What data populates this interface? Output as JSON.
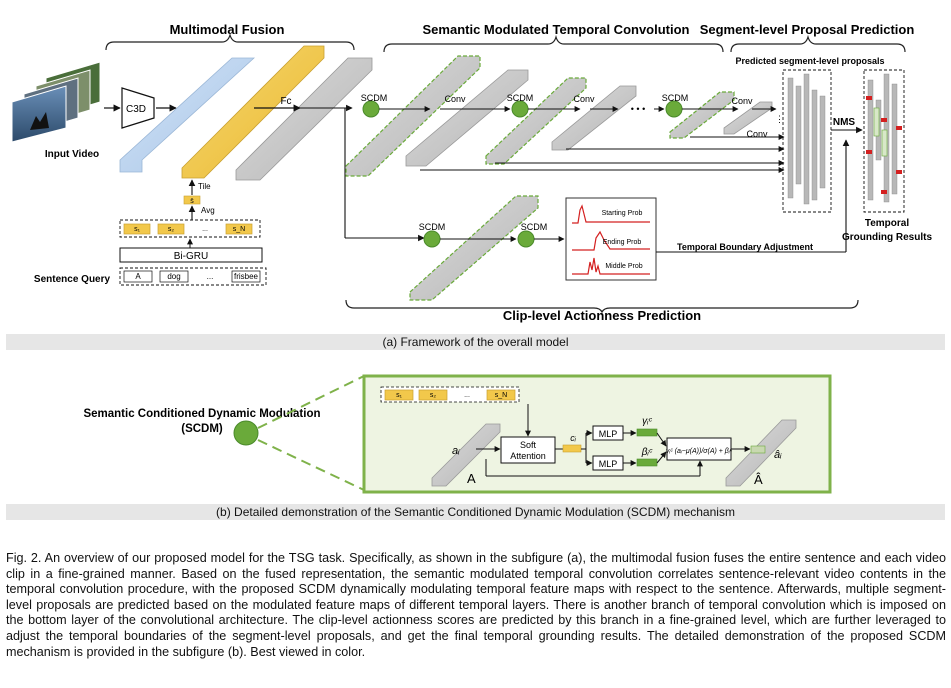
{
  "section_titles": {
    "multimodal_fusion": "Multimodal Fusion",
    "smtc": "Semantic Modulated Temporal Convolution",
    "segment_prediction": "Segment-level Proposal Prediction",
    "clip_prediction": "Clip-level Actionness Prediction"
  },
  "labels": {
    "input_video": "Input Video",
    "c3d": "C3D",
    "fc": "Fc",
    "tile": "Tile",
    "avg": "Avg",
    "s_bar": "s̄",
    "bigru": "Bi-GRU",
    "sentence_query": "Sentence Query",
    "words": [
      "A",
      "dog",
      "...",
      "frisbee"
    ],
    "hidden_states": [
      "s₁",
      "s₂",
      "...",
      "s_N"
    ],
    "scdm": "SCDM",
    "conv": "Conv",
    "ellipsis": "• • •",
    "predicted_proposals": "Predicted segment-level proposals",
    "nms": "NMS",
    "temporal_grounding_results": [
      "Temporal",
      "Grounding Results"
    ],
    "starting_prob": "Starting Prob",
    "ending_prob": "Ending Prob",
    "middle_prob": "Middle Prob",
    "temporal_boundary_adjustment": "Temporal Boundary Adjustment"
  },
  "scdm_detail": {
    "title_lines": [
      "Semantic Conditioned Dynamic Modulation",
      "(SCDM)"
    ],
    "ai": "aᵢ",
    "A": "A",
    "soft_attention": [
      "Soft",
      "Attention"
    ],
    "ci": "cᵢ",
    "mlp": "MLP",
    "gamma": "γᵢᶜ",
    "beta": "βᵢᶜ",
    "formula": "γᵢᶜ (aᵢ−μ(A))/σ(A) + βᵢᶜ",
    "ai_hat": "âᵢ",
    "A_hat": "Â"
  },
  "subcaptions": {
    "a": "(a) Framework of the overall model",
    "b": "(b) Detailed demonstration of the Semantic Conditioned Dynamic Modulation (SCDM) mechanism"
  },
  "figure_caption": "Fig. 2.  An overview of our proposed model for the TSG task. Specifically, as shown in the subfigure (a), the multimodal fusion fuses the entire sentence and each video clip in a fine-grained manner. Based on the fused representation, the semantic modulated temporal convolution correlates sentence-relevant video contents in the temporal convolution procedure, with the proposed SCDM dynamically modulating temporal feature maps with respect to the sentence. Afterwards, multiple segment-level proposals are predicted based on the modulated feature maps of different temporal layers. There is another branch of temporal convolution which is imposed on the bottom layer of the convolutional architecture. The clip-level actionness scores are predicted by this branch in a fine-grained level, which are further leveraged to adjust the temporal boundaries of the segment-level proposals, and get the final temporal grounding results. The detailed demonstration of the proposed SCDM mechanism is provided in the subfigure (b). Best viewed in color.",
  "colors": {
    "scdm_green": "#6aaa3a",
    "gray_bar": "#c8c8c8",
    "blue_bar": "#bcd4ee",
    "yellow_bar": "#f2c84b",
    "red_accent": "#d42020",
    "panel_border": "#7fb24a",
    "panel_bg": "#eef4e2"
  }
}
